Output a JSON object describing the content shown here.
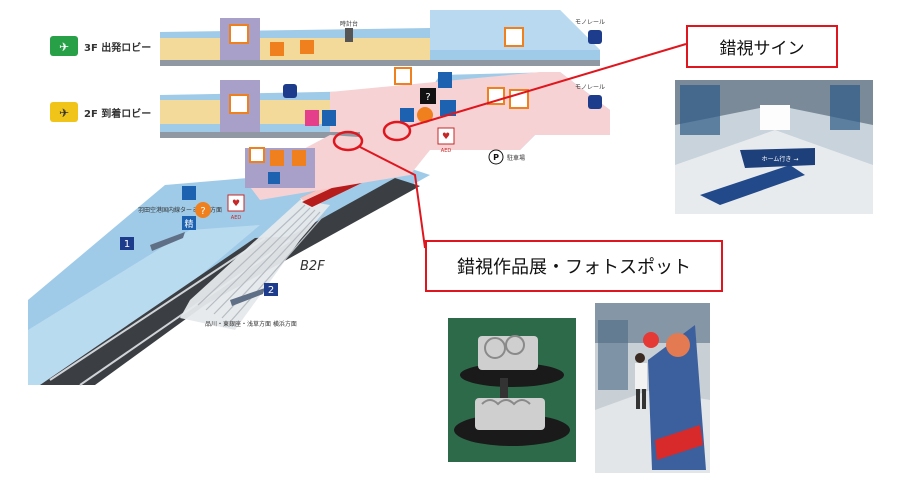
{
  "floors": {
    "f3": {
      "label": "3F 出発ロビー",
      "badge": "3F"
    },
    "f2": {
      "label": "2F 到着ロビー",
      "badge": "2F"
    },
    "b2": {
      "label": "B2F"
    }
  },
  "map_labels": {
    "clock": "時計台",
    "monorail_top": "モノレール",
    "monorail_mid": "モノレール",
    "parking": "駐車場",
    "aed_left": "AED",
    "aed_right": "AED",
    "platform1_num": "1",
    "platform1_dest": "羽田空港国内線ターミナル方面",
    "platform2_num": "2",
    "platform2_dest": "品川・東銀座・浅草方面 横浜方面"
  },
  "callouts": {
    "sign": "錯視サイン",
    "exhibit": "錯視作品展・フォトスポット"
  },
  "photo_text": {
    "sign_board": "ホーム行き →"
  },
  "colors": {
    "accent_red": "#e0161e",
    "floor_blue": "#9fcbe8",
    "floor_pink": "#f6d2d4",
    "floor_yellow": "#f3d99a",
    "icon_orange": "#f07f1e",
    "badge_green": "#27a048",
    "badge_yellow": "#f0c419",
    "ped_purple": "#a8a0c8"
  }
}
